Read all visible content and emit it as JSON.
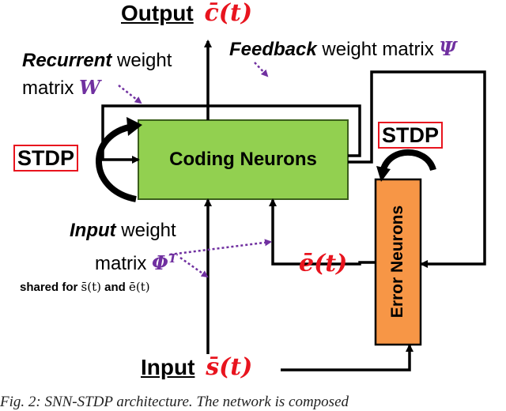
{
  "output": {
    "label": "Output",
    "var": "c̄(t)"
  },
  "recurrent": {
    "line1_italic": "Recurrent",
    "line1_rest": " weight",
    "line2": "matrix",
    "var": "W"
  },
  "feedback": {
    "italic": "Feedback",
    "rest": " weight matrix",
    "var": "Ψ"
  },
  "stdp_left": "STDP",
  "stdp_right": "STDP",
  "coding": "Coding Neurons",
  "error": "Error Neurons",
  "input_weight": {
    "line1_italic": "Input",
    "line1_rest": " weight",
    "line2": "matrix",
    "var": "Φ",
    "sup": "T",
    "shared_prefix": "shared for ",
    "shared_s": "s̄(t)",
    "shared_mid": " and ",
    "shared_e": "ē(t)"
  },
  "error_signal": "ē(t)",
  "input": {
    "label": "Input",
    "var": "s̄(t)"
  },
  "caption": "Fig. 2:  SNN-STDP architecture.  The network is composed",
  "colors": {
    "coding_fill": "#92d050",
    "error_fill": "#f79646",
    "purple": "#7030a0",
    "red": "#e8141e"
  }
}
